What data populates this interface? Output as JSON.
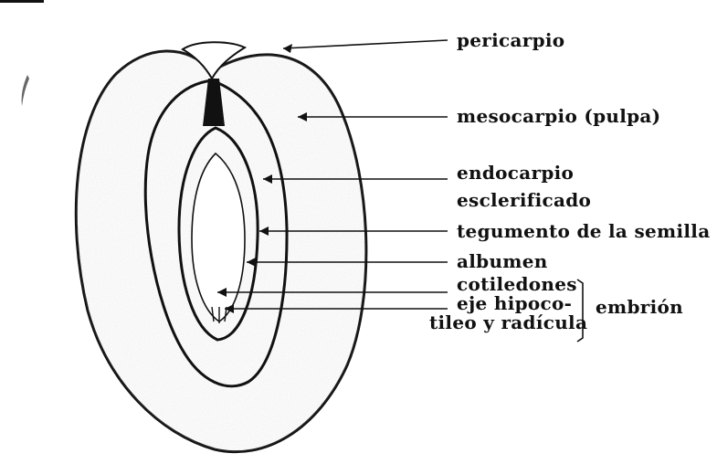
{
  "labels": {
    "pericarpio": "pericarpio",
    "mesocarpio": "mesocarpio (pulpa)",
    "endocarpio_1": "endocarpio",
    "endocarpio_2": "esclerificado",
    "tegumento": "tegumento de la semilla",
    "albumen": "albumen",
    "cotiledones": "cotiledones",
    "eje_1": "eje hipoco-",
    "eje_2": "tileo y radícula",
    "embrion": "embrión"
  },
  "colors": {
    "ink": "#111111",
    "pulp_shading": "#8a8a8a"
  }
}
